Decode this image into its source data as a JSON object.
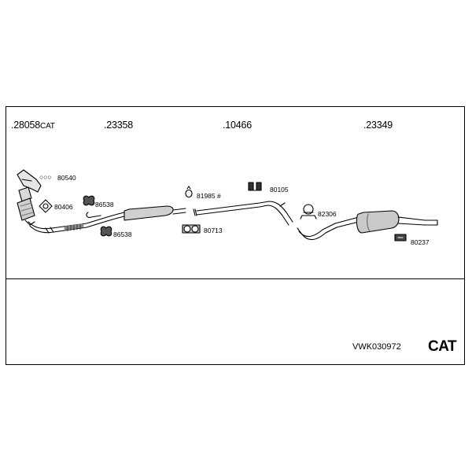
{
  "part_numbers": [
    {
      "number": ".28058",
      "suffix": "CAT"
    },
    {
      "number": ".23358",
      "suffix": ""
    },
    {
      "number": ".10466",
      "suffix": ""
    },
    {
      "number": ".23349",
      "suffix": ""
    }
  ],
  "component_labels": {
    "gaskets": "80540",
    "ring": "80406",
    "rubber_mount_top": "86538",
    "rubber_mount_bottom": "86538",
    "clamp_ring": "81985 #",
    "hanger": "80105",
    "rubber_block": "80713",
    "clamp": "82306",
    "tailpipe_mount": "80237"
  },
  "gasket_symbols": "○○○",
  "kit_code": "VWK030972",
  "badge": "CAT"
}
